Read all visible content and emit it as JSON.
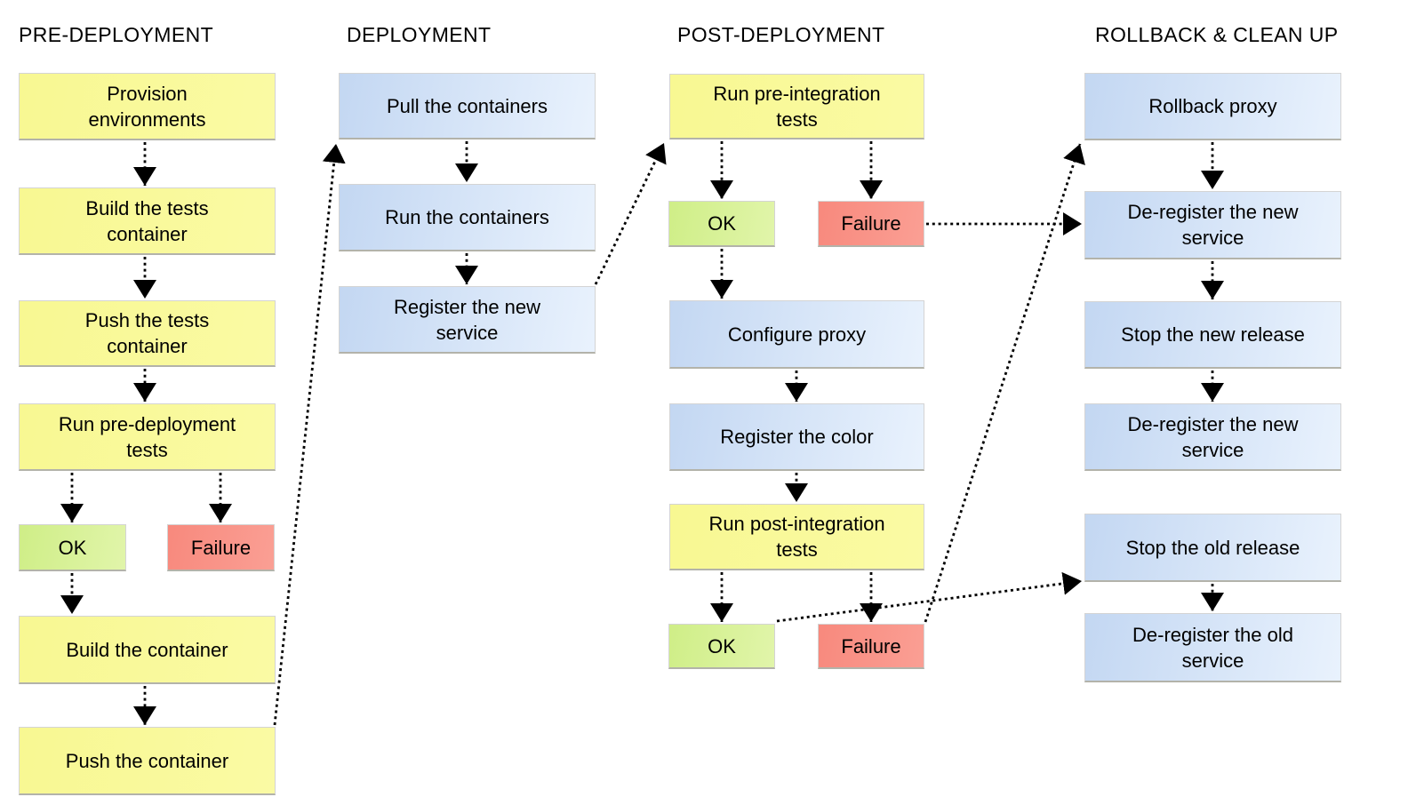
{
  "diagram": {
    "columns": [
      {
        "header": "PRE-DEPLOYMENT",
        "boxes": [
          {
            "id": "provision-environments",
            "label": "Provision\nenvironments",
            "type": "step"
          },
          {
            "id": "build-the-tests-container",
            "label": "Build the tests\ncontainer",
            "type": "step"
          },
          {
            "id": "push-the-tests-container",
            "label": "Push the tests\ncontainer",
            "type": "step"
          },
          {
            "id": "run-pre-deployment-tests",
            "label": "Run pre-deployment\ntests",
            "type": "step"
          },
          {
            "id": "pre-deployment-ok",
            "label": "OK",
            "type": "ok"
          },
          {
            "id": "pre-deployment-failure",
            "label": "Failure",
            "type": "failure"
          },
          {
            "id": "build-the-container",
            "label": "Build the container",
            "type": "step"
          },
          {
            "id": "push-the-container",
            "label": "Push the container",
            "type": "step"
          }
        ]
      },
      {
        "header": "DEPLOYMENT",
        "boxes": [
          {
            "id": "pull-the-containers",
            "label": "Pull the containers",
            "type": "step"
          },
          {
            "id": "run-the-containers",
            "label": "Run the containers",
            "type": "step"
          },
          {
            "id": "register-the-new-service",
            "label": "Register the new\nservice",
            "type": "step"
          }
        ]
      },
      {
        "header": "POST-DEPLOYMENT",
        "boxes": [
          {
            "id": "run-pre-integration-tests",
            "label": "Run pre-integration\ntests",
            "type": "step"
          },
          {
            "id": "pre-integration-ok",
            "label": "OK",
            "type": "ok"
          },
          {
            "id": "pre-integration-failure",
            "label": "Failure",
            "type": "failure"
          },
          {
            "id": "configure-proxy",
            "label": "Configure proxy",
            "type": "step"
          },
          {
            "id": "register-the-color",
            "label": "Register the color",
            "type": "step"
          },
          {
            "id": "run-post-integration-tests",
            "label": "Run post-integration\ntests",
            "type": "step"
          },
          {
            "id": "post-integration-ok",
            "label": "OK",
            "type": "ok"
          },
          {
            "id": "post-integration-failure",
            "label": "Failure",
            "type": "failure"
          }
        ]
      },
      {
        "header": "ROLLBACK & CLEAN UP",
        "boxes": [
          {
            "id": "rollback-proxy",
            "label": "Rollback proxy",
            "type": "step"
          },
          {
            "id": "deregister-the-new-service-1",
            "label": "De-register the new\nservice",
            "type": "step"
          },
          {
            "id": "stop-the-new-release",
            "label": "Stop the new release",
            "type": "step"
          },
          {
            "id": "deregister-the-new-service-2",
            "label": "De-register the new\nservice",
            "type": "step"
          },
          {
            "id": "stop-the-old-release",
            "label": "Stop the old release",
            "type": "step"
          },
          {
            "id": "deregister-the-old-service",
            "label": "De-register the old\nservice",
            "type": "step"
          }
        ]
      }
    ],
    "edges": [
      {
        "from": "provision-environments",
        "to": "build-the-tests-container"
      },
      {
        "from": "build-the-tests-container",
        "to": "push-the-tests-container"
      },
      {
        "from": "push-the-tests-container",
        "to": "run-pre-deployment-tests"
      },
      {
        "from": "run-pre-deployment-tests",
        "to": "pre-deployment-ok"
      },
      {
        "from": "run-pre-deployment-tests",
        "to": "pre-deployment-failure"
      },
      {
        "from": "pre-deployment-ok",
        "to": "build-the-container"
      },
      {
        "from": "build-the-container",
        "to": "push-the-container"
      },
      {
        "from": "push-the-container",
        "to": "pull-the-containers"
      },
      {
        "from": "pull-the-containers",
        "to": "run-the-containers"
      },
      {
        "from": "run-the-containers",
        "to": "register-the-new-service"
      },
      {
        "from": "register-the-new-service",
        "to": "run-pre-integration-tests"
      },
      {
        "from": "run-pre-integration-tests",
        "to": "pre-integration-ok"
      },
      {
        "from": "run-pre-integration-tests",
        "to": "pre-integration-failure"
      },
      {
        "from": "pre-integration-ok",
        "to": "configure-proxy"
      },
      {
        "from": "pre-integration-failure",
        "to": "deregister-the-new-service-1"
      },
      {
        "from": "configure-proxy",
        "to": "register-the-color"
      },
      {
        "from": "register-the-color",
        "to": "run-post-integration-tests"
      },
      {
        "from": "run-post-integration-tests",
        "to": "post-integration-ok"
      },
      {
        "from": "run-post-integration-tests",
        "to": "post-integration-failure"
      },
      {
        "from": "post-integration-ok",
        "to": "stop-the-old-release"
      },
      {
        "from": "post-integration-failure",
        "to": "rollback-proxy"
      },
      {
        "from": "rollback-proxy",
        "to": "deregister-the-new-service-1"
      },
      {
        "from": "deregister-the-new-service-1",
        "to": "stop-the-new-release"
      },
      {
        "from": "stop-the-new-release",
        "to": "deregister-the-new-service-2"
      },
      {
        "from": "stop-the-old-release",
        "to": "deregister-the-old-service"
      }
    ]
  },
  "colors": {
    "step_yellow": "#f9f99c",
    "step_blue_left": "#c3d7f2",
    "step_blue_right": "#e9f2fd",
    "ok_green": "#d5f193",
    "failure_red": "#f9938a",
    "connector_black": "#000000",
    "border_gray": "#c9c9c9",
    "background": "#ffffff"
  }
}
